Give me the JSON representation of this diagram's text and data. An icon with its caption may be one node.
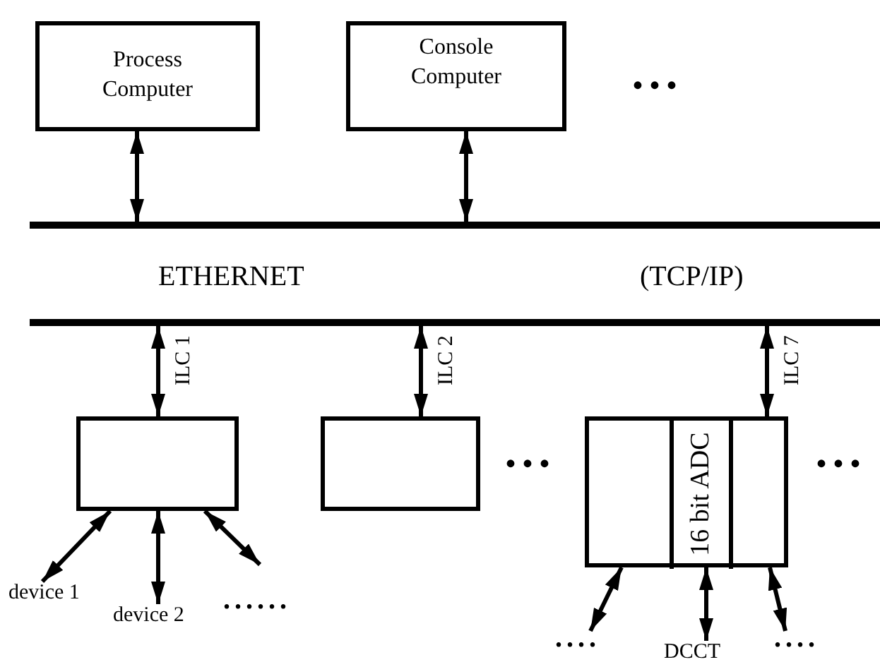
{
  "diagram": {
    "nodes": [
      {
        "text": [
          "Process Computer"
        ]
      },
      {
        "text": [
          "Console Computer"
        ]
      },
      {
        "text": [
          "ETHERNET",
          "(TCP/IP)"
        ]
      },
      {
        "text": [],
        "shape": "box"
      },
      {
        "text": [],
        "shape": "box"
      },
      {
        "text": [],
        "shape": "box"
      },
      {
        "text": [
          "16 bit ADC"
        ],
        "in": 5
      },
      {
        "text": [
          "device 1"
        ]
      },
      {
        "text": [
          "device 2"
        ]
      },
      {
        "text": [
          "DCCT"
        ]
      },
      {
        "text": [
          "...."
        ]
      },
      {
        "text": [
          "...."
        ]
      }
    ],
    "edges": [
      {
        "from": 0,
        "to": 2,
        "arrow": "both"
      },
      {
        "from": 1,
        "to": 2,
        "arrow": "both"
      },
      {
        "from": 2,
        "to": 3,
        "arrow": "both",
        "label": "ILC 1"
      },
      {
        "from": 2,
        "to": 4,
        "arrow": "both",
        "label": "ILC 2"
      },
      {
        "from": 2,
        "to": 5,
        "arrow": "both",
        "label": "ILC 7"
      },
      {
        "from": 3,
        "to": 7,
        "arrow": "both"
      },
      {
        "from": 3,
        "to": 8,
        "arrow": "both"
      },
      {
        "from": 3,
        "to": null,
        "arrow": "both"
      },
      {
        "from": 5,
        "to": 10,
        "arrow": "both"
      },
      {
        "from": 6,
        "to": 9,
        "arrow": "both"
      },
      {
        "from": 5,
        "to": 11,
        "arrow": "both"
      }
    ],
    "labels": [
      "• • •",
      "......",
      "• • •",
      "• • •"
    ]
  }
}
